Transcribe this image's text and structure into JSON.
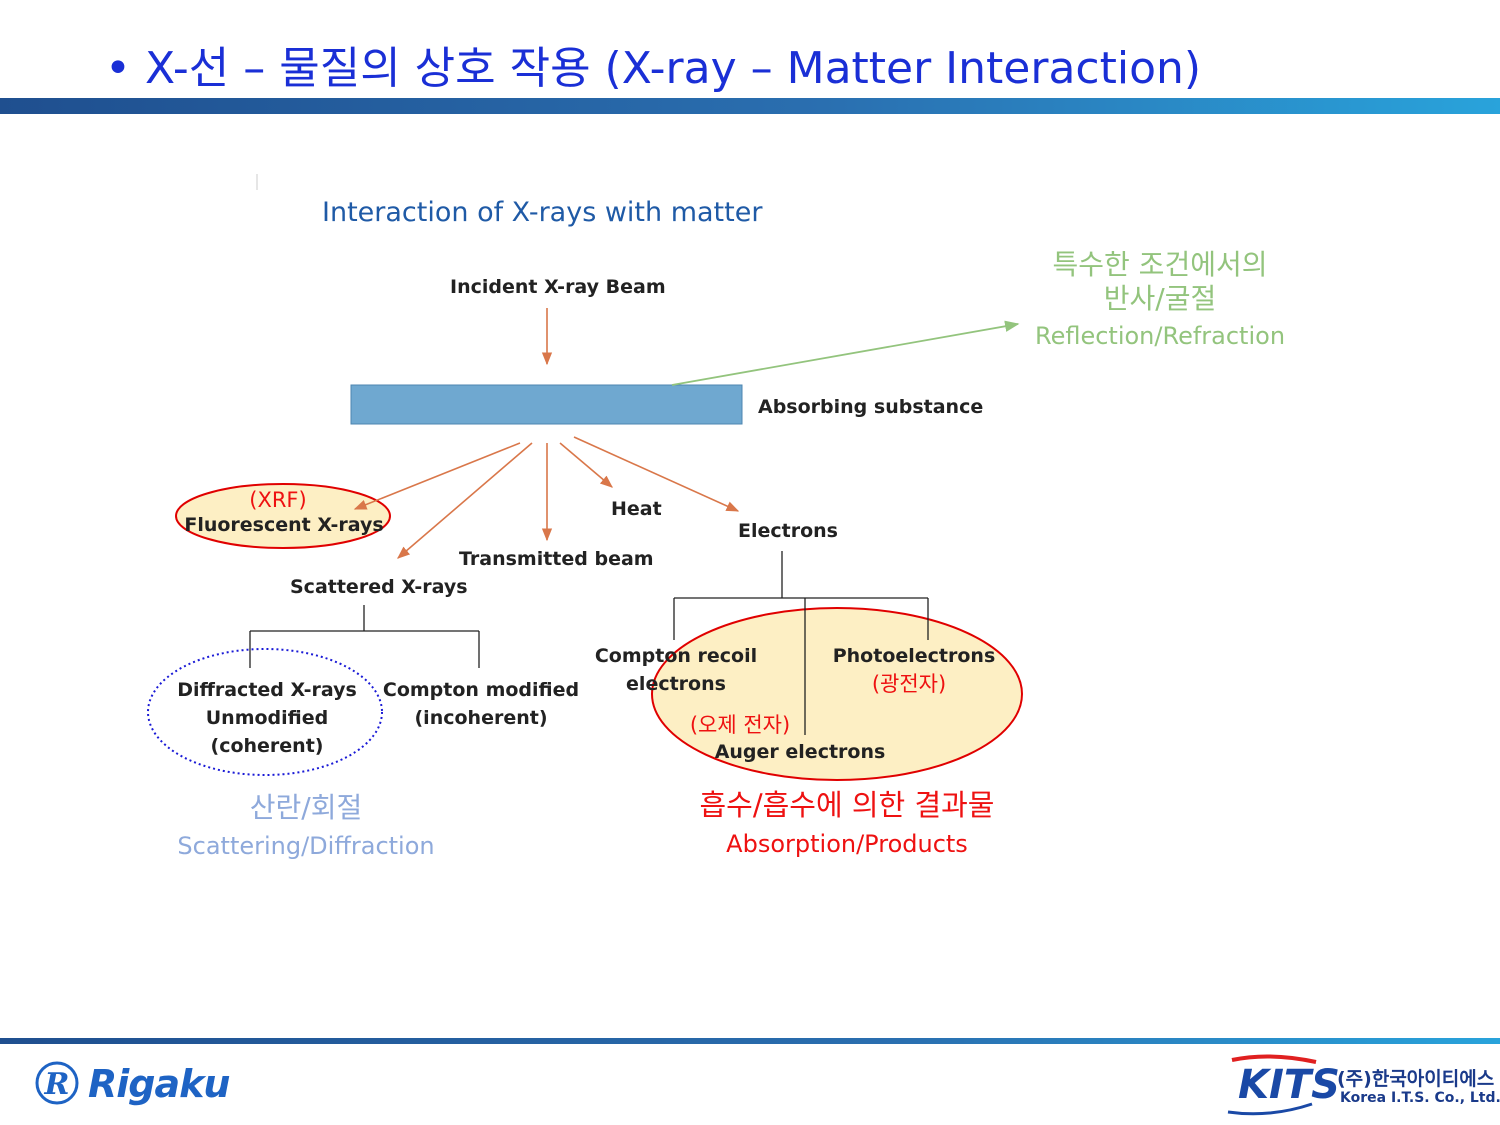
{
  "slide": {
    "title": "X-선 – 물질의 상호 작용 (X-ray – Matter Interaction)"
  },
  "diagram": {
    "title": "Interaction of X-rays with matter",
    "incident": "Incident X-ray Beam",
    "absorbing": "Absorbing substance",
    "xrf": "(XRF)",
    "fluorescent": "Fluorescent X-rays",
    "heat": "Heat",
    "electrons": "Electrons",
    "transmitted": "Transmitted beam",
    "scattered": "Scattered X-rays",
    "diffracted": [
      "Diffracted X-rays",
      "Unmodified",
      "(coherent)"
    ],
    "compton_modified": [
      "Compton modified",
      "(incoherent)"
    ],
    "compton_recoil": [
      "Compton recoil",
      "electrons"
    ],
    "photoelectrons": "Photoelectrons",
    "photo_ko": "(광전자)",
    "auger_ko": "(오제 전자)",
    "auger": "Auger electrons",
    "reflection_ko": [
      "특수한 조건에서의",
      "반사/굴절"
    ],
    "reflection_en": "Reflection/Refraction",
    "scatter_ko": "산란/회절",
    "scatter_en": "Scattering/Diffraction",
    "absorb_ko": "흡수/흡수에 의한 결과물",
    "absorb_en": "Absorption/Products"
  },
  "footer": {
    "left_logo": "Rigaku",
    "right_logo": "KITS",
    "right_ko": "(주)한국아이티에스",
    "right_en": "Korea I.T.S. Co., Ltd."
  },
  "colors": {
    "title": "#1a2fd6",
    "arrow": "#d9774a",
    "substance": "#6fa8d0",
    "highlight_fill": "#fdefc4",
    "highlight_stroke": "#e00000",
    "dotted": "#1a1ad6",
    "green": "#93c47d",
    "light_blue": "#8ea9db",
    "red": "#ee1111"
  }
}
